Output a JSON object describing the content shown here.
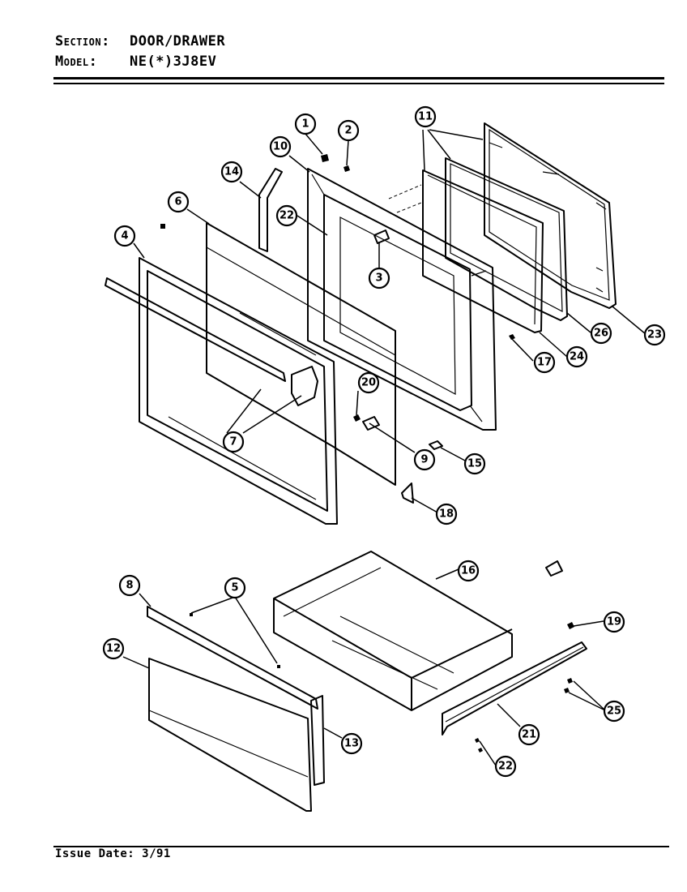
{
  "header": {
    "section_key": "Section:",
    "section_value": "DOOR/DRAWER",
    "model_key": "Model:",
    "model_value": "NE(*)3J8EV"
  },
  "footer": {
    "issue_date": "Issue Date: 3/91"
  },
  "callouts": {
    "c1": "1",
    "c2": "2",
    "c3": "3",
    "c4": "4",
    "c5": "5",
    "c6": "6",
    "c7": "7",
    "c8": "8",
    "c9": "9",
    "c10": "10",
    "c11": "11",
    "c12": "12",
    "c13": "13",
    "c14": "14",
    "c15": "15",
    "c16": "16",
    "c17": "17",
    "c18": "18",
    "c19": "19",
    "c20": "20",
    "c21": "21",
    "c22a": "22",
    "c22b": "22",
    "c23": "23",
    "c24": "24",
    "c25": "25",
    "c26": "26"
  }
}
